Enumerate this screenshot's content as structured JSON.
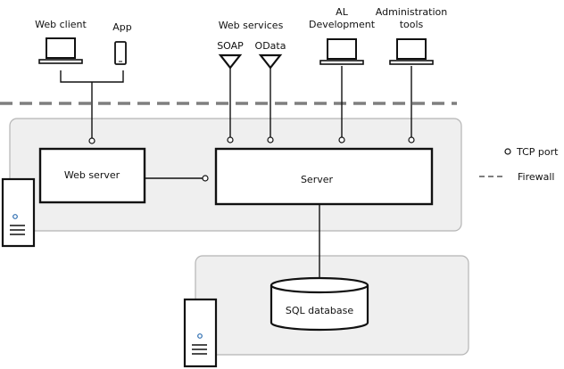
{
  "clients": {
    "web_client": "Web client",
    "app": "App"
  },
  "web_services": {
    "title": "Web services",
    "soap": "SOAP",
    "odata": "OData"
  },
  "al_development": {
    "line1": "AL",
    "line2": "Development"
  },
  "administration_tools": {
    "line1": "Administration",
    "line2": "tools"
  },
  "boxes": {
    "web_server": "Web server",
    "server": "Server",
    "sql_database": "SQL database"
  },
  "legend": {
    "tcp_port": "TCP port",
    "firewall": "Firewall"
  }
}
